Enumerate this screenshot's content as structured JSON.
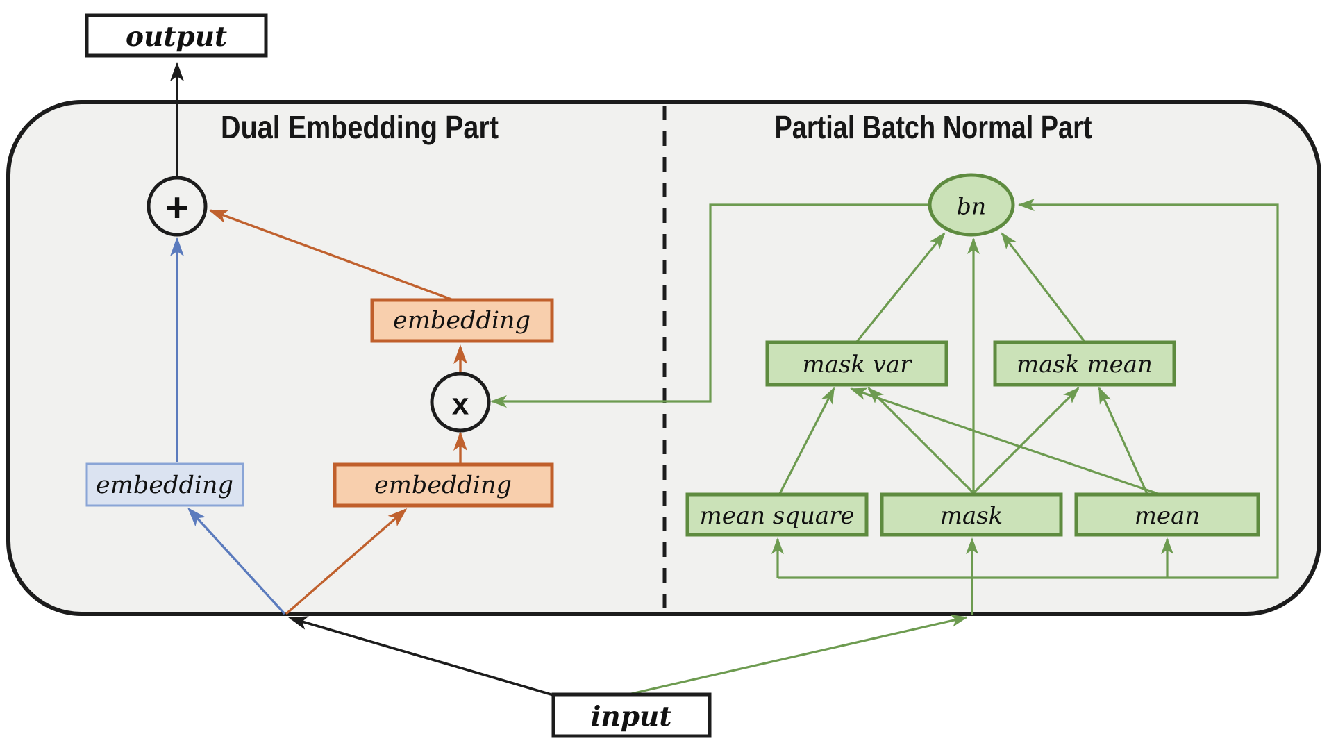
{
  "figure": {
    "output_label": "output",
    "input_label": "input"
  },
  "sections": {
    "dual_embedding": {
      "title": "Dual Embedding Part"
    },
    "partial_batch_normal": {
      "title": "Partial Batch Normal Part"
    }
  },
  "nodes": {
    "embedding_blue": "embedding",
    "embedding_orange_top": "embedding",
    "embedding_orange_bottom": "embedding",
    "add_operator": "+",
    "multiply_operator": "x",
    "bn": "bn",
    "mask_var": "mask var",
    "mask_mean": "mask mean",
    "mean_square": "mean square",
    "mask": "mask",
    "mean": "mean"
  },
  "colors": {
    "container_fill": "#f1f1ef",
    "container_border": "#1c1c1c",
    "black_arrow": "#1c1c1c",
    "node_fill": "#ffffff",
    "orange_fill": "#f8cfad",
    "orange_border": "#c05f2b",
    "orange_arrow": "#c0612e",
    "blue_fill": "#dbe3f1",
    "blue_border": "#8aa5d6",
    "blue_arrow": "#5b7bbd",
    "green_fill": "#cbe2b8",
    "green_border": "#5e8b3f",
    "green_arrow": "#6d9b50"
  }
}
